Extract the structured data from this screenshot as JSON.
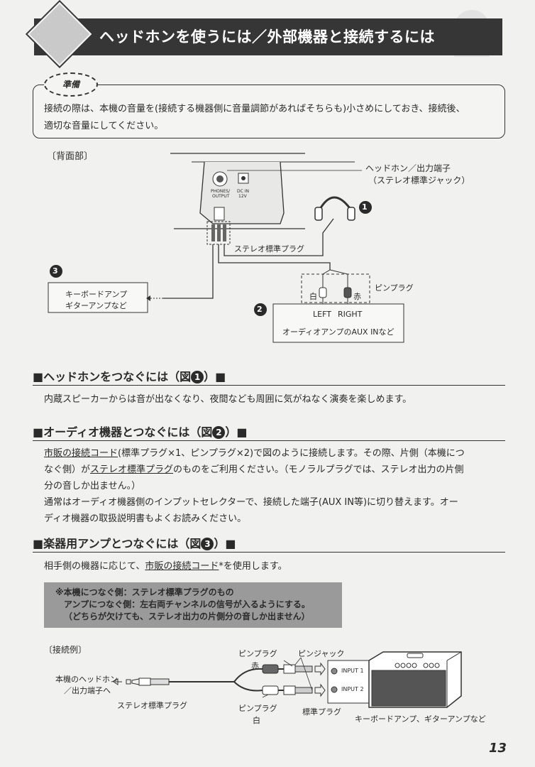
{
  "header": {
    "title": "ヘッドホンを使うには／外部機器と接続するには"
  },
  "prep": {
    "badge": "準備",
    "line1": "接続の際は、本機の音量を(接続する機器側に音量調節があればそちらも)小さめにしておき、接続後、",
    "line2": "適切な音量にしてください。"
  },
  "diagram1": {
    "rear_label": "〔背面部〕",
    "headphone_output_label_1": "ヘッドホン／出力端子",
    "headphone_output_label_2": "（ステレオ標準ジャック）",
    "phones_jack_1": "PHONES/",
    "phones_jack_2": "OUTPUT",
    "dc_in_1": "DC IN",
    "dc_in_2": "12V",
    "stereo_plug": "ステレオ標準プラグ",
    "num1": "1",
    "num2": "2",
    "num3": "3",
    "amp_box_1": "キーボードアンプ",
    "amp_box_2": "ギターアンプなど",
    "pin_plug": "ピンプラグ",
    "white": "白",
    "red": "赤",
    "left": "LEFT",
    "right": "RIGHT",
    "audio_amp": "オーディオアンプのAUX INなど"
  },
  "sec1": {
    "title_pre": "ヘッドホンをつなぐには（図",
    "num": "1",
    "title_post": "）",
    "body": "内蔵スピーカーからは音が出なくなり、夜間なども周囲に気がねなく演奏を楽しめます。"
  },
  "sec2": {
    "title_pre": "オーディオ機器とつなぐには（図",
    "num": "2",
    "title_post": "）",
    "l1_a": "市販の接続コード",
    "l1_b": "(標準プラグ×1、ピンプラグ×2)で図のように接続します。その際、片側（本機につ",
    "l2_a": "なぐ側）が",
    "l2_b": "ステレオ標準プラグ",
    "l2_c": "のものをご利用ください。（モノラルプラグでは、ステレオ出力の片側",
    "l3": "分の音しか出ません。）",
    "l4": "通常はオーディオ機器側のインプットセレクターで、接続した端子(AUX IN等)に切り替えます。オー",
    "l5": "ディオ機器の取扱説明書もよくお読みください。"
  },
  "sec3": {
    "title_pre": "楽器用アンプとつなぐには（図",
    "num": "3",
    "title_post": "）",
    "body_a": "相手側の機器に応じて、",
    "body_b": "市販の接続コード",
    "body_c": "*を使用します。",
    "note1": "※本機につなぐ側：ステレオ標準プラグのもの",
    "note2": "アンプにつなぐ側：左右両チャンネルの信号が入るようにする。",
    "note3": "（どちらが欠けても、ステレオ出力の片側分の音しか出ません）"
  },
  "diagram2": {
    "example_label": "〔接続例〕",
    "src_1": "本機のヘッドホン",
    "src_2": "／出力端子へ",
    "stereo_plug": "ステレオ標準プラグ",
    "pin_plug_top": "ピンプラグ",
    "red": "赤",
    "pin_jack": "ピンジャック",
    "pin_plug_bottom": "ピンプラグ",
    "white": "白",
    "std_plug": "標準プラグ",
    "input1": "INPUT 1",
    "input2": "INPUT 2",
    "amp_caption": "キーボードアンプ、ギターアンプなど"
  },
  "page_number": "13"
}
